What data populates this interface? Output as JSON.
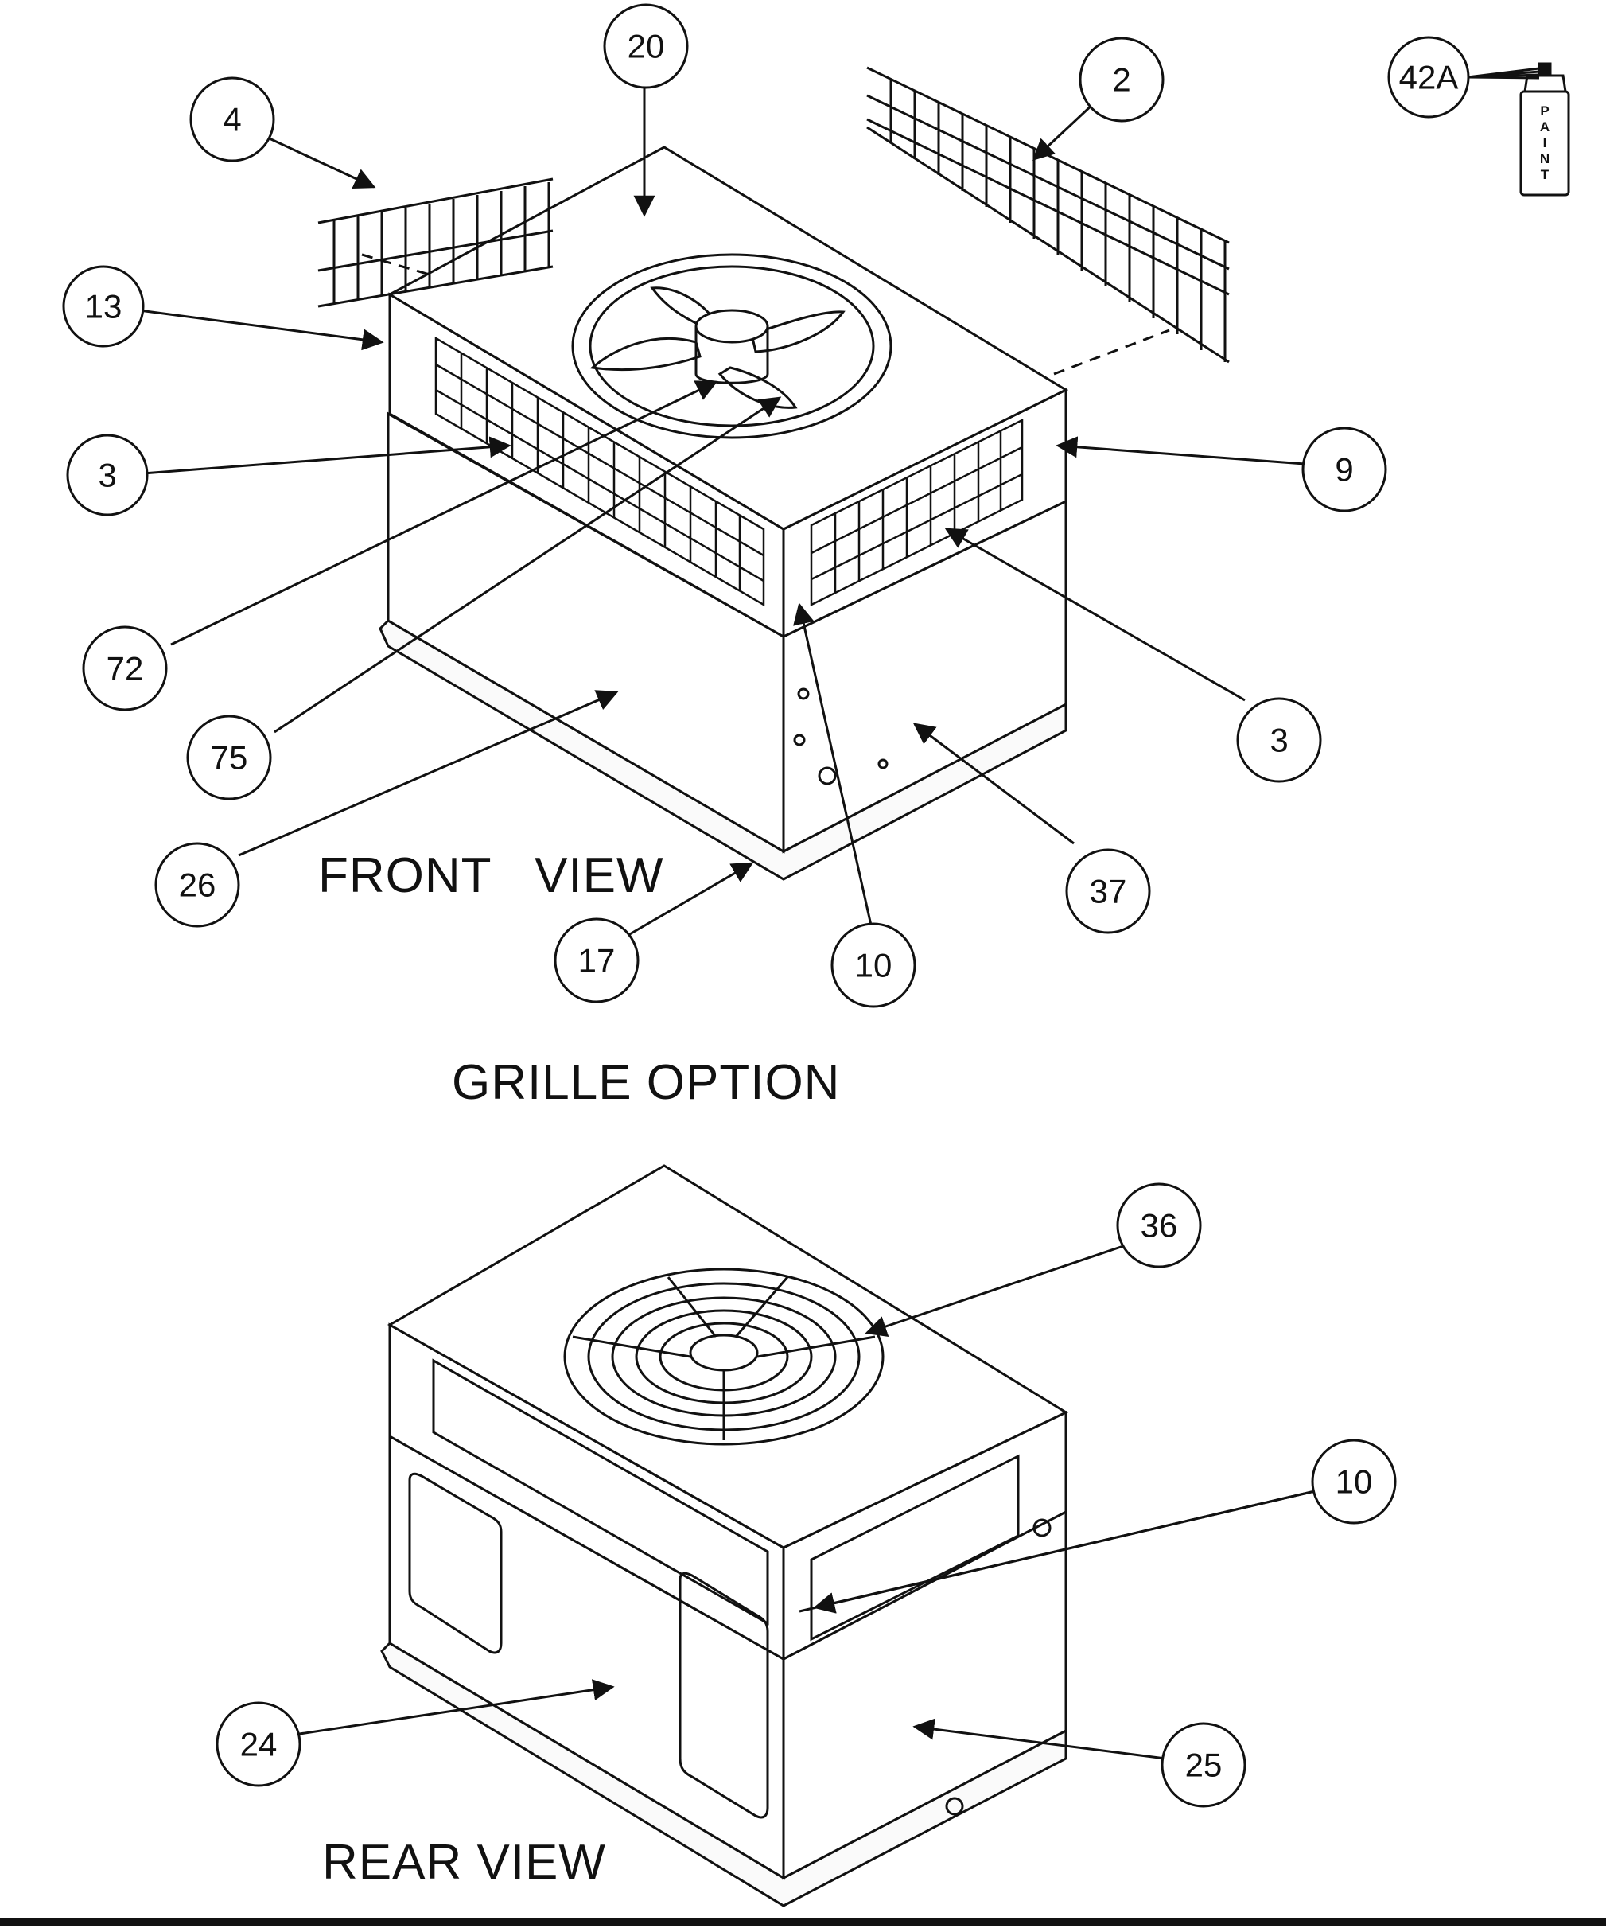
{
  "headings": {
    "front_view": "FRONT   VIEW",
    "grille_option": "GRILLE OPTION",
    "rear_view": "REAR VIEW"
  },
  "paint_can": {
    "label": [
      "P",
      "A",
      "I",
      "N",
      "T"
    ]
  },
  "callouts": [
    {
      "id": "c4",
      "label": "4"
    },
    {
      "id": "c20",
      "label": "20"
    },
    {
      "id": "c2",
      "label": "2"
    },
    {
      "id": "c42a",
      "label": "42A"
    },
    {
      "id": "c13",
      "label": "13"
    },
    {
      "id": "c3a",
      "label": "3"
    },
    {
      "id": "c9",
      "label": "9"
    },
    {
      "id": "c72",
      "label": "72"
    },
    {
      "id": "c75",
      "label": "75"
    },
    {
      "id": "c3b",
      "label": "3"
    },
    {
      "id": "c26",
      "label": "26"
    },
    {
      "id": "c37",
      "label": "37"
    },
    {
      "id": "c17",
      "label": "17"
    },
    {
      "id": "c10a",
      "label": "10"
    },
    {
      "id": "c36",
      "label": "36"
    },
    {
      "id": "c10b",
      "label": "10"
    },
    {
      "id": "c24",
      "label": "24"
    },
    {
      "id": "c25",
      "label": "25"
    }
  ]
}
